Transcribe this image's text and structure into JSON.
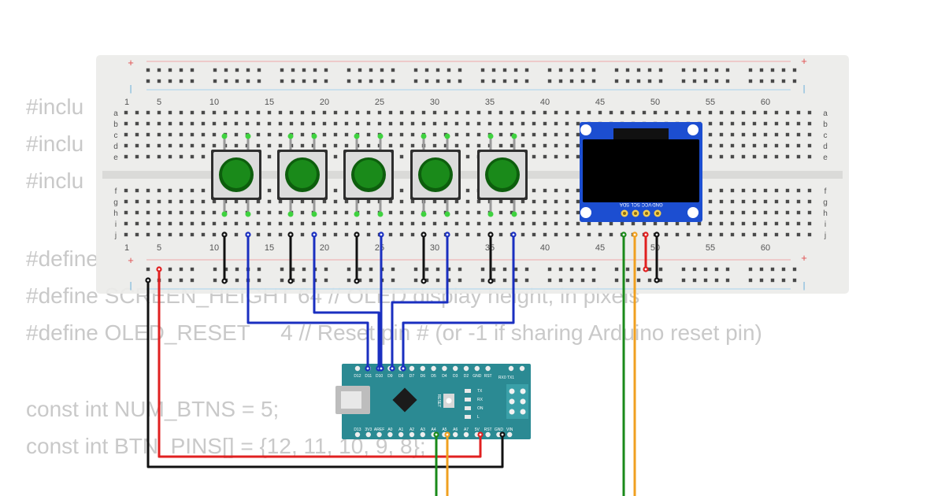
{
  "code_lines": [
    "#inclu",
    "#inclu",
    "#inclu",
    "",
    "#define",
    "#define SCREEN_HEIGHT 64 // OLED display height, in pixels",
    "#define OLED_RESET     4 // Reset pin # (or -1 if sharing Arduino reset pin)",
    "",
    "const int NUM_BTNS = 5;",
    "const int BTN_PINS[] = {12, 11, 10, 9, 8};"
  ],
  "breadboard": {
    "plus": "+",
    "minus": "|",
    "column_numbers": [
      "1",
      "5",
      "10",
      "15",
      "20",
      "25",
      "30",
      "35",
      "40",
      "45",
      "50",
      "55",
      "60"
    ],
    "row_letters_top": [
      "a",
      "b",
      "c",
      "d",
      "e"
    ],
    "row_letters_bottom": [
      "f",
      "g",
      "h",
      "i",
      "j"
    ]
  },
  "buttons": {
    "count": 5,
    "color": "#1a8a1a"
  },
  "oled": {
    "pin_labels": [
      "GND",
      "VCC",
      "SCL",
      "SDA"
    ]
  },
  "arduino": {
    "top_pins": [
      "D12",
      "D11",
      "D10",
      "D9",
      "D8",
      "D7",
      "D6",
      "D5",
      "D4",
      "D3",
      "D2",
      "GND",
      "RST",
      "RX0",
      "TX1"
    ],
    "bottom_pins": [
      "D13",
      "3V3",
      "AREF",
      "A0",
      "A1",
      "A2",
      "A3",
      "A4",
      "A5",
      "A6",
      "A7",
      "5V",
      "RST",
      "GND",
      "VIN"
    ],
    "reset_label": "RESET",
    "led_labels": [
      "TX",
      "RX",
      "ON",
      "L"
    ],
    "color": "#2b8a93"
  },
  "wire_colors": {
    "black": "#111111",
    "red": "#e02020",
    "blue": "#1a2fc0",
    "green": "#1a8a1a",
    "orange": "#f0a020"
  }
}
